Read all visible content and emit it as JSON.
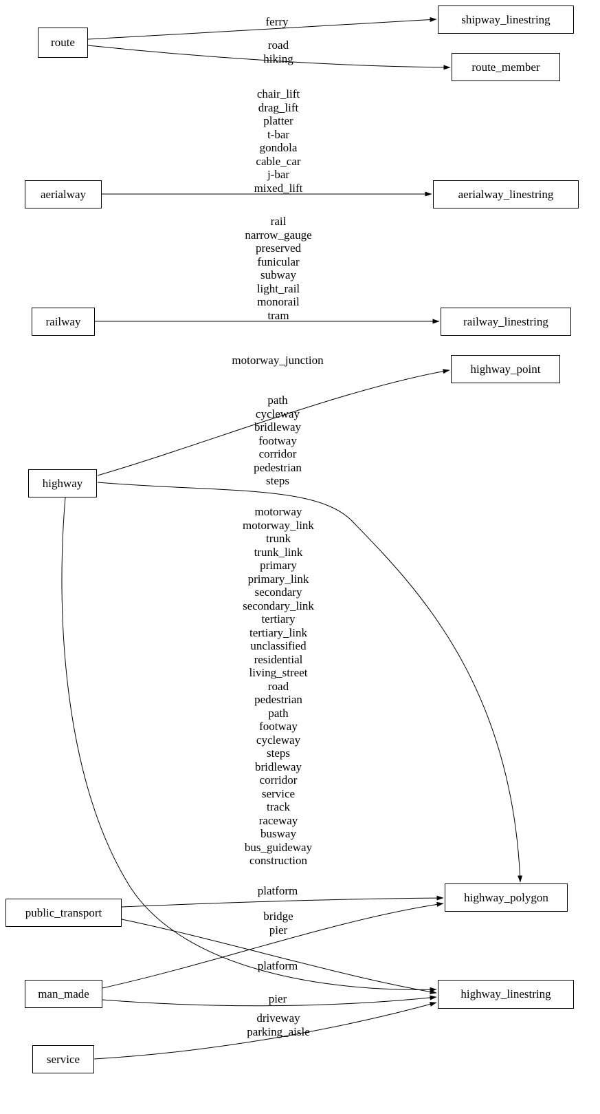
{
  "colors": {
    "stroke": "#000000",
    "background": "#ffffff"
  },
  "nodes": {
    "route": "route",
    "aerialway": "aerialway",
    "railway": "railway",
    "highway": "highway",
    "public_transport": "public_transport",
    "man_made": "man_made",
    "service": "service",
    "shipway_linestring": "shipway_linestring",
    "route_member": "route_member",
    "aerialway_linestring": "aerialway_linestring",
    "railway_linestring": "railway_linestring",
    "highway_point": "highway_point",
    "highway_polygon": "highway_polygon",
    "highway_linestring": "highway_linestring"
  },
  "edges": {
    "route_to_shipway_linestring": "ferry",
    "route_to_route_member": "road\nhiking",
    "aerialway_to_aerialway_linestring": "chair_lift\ndrag_lift\nplatter\nt-bar\ngondola\ncable_car\nj-bar\nmixed_lift",
    "railway_to_railway_linestring": "rail\nnarrow_gauge\npreserved\nfunicular\nsubway\nlight_rail\nmonorail\ntram",
    "highway_to_highway_point": "motorway_junction",
    "highway_to_highway_polygon": "path\ncycleway\nbridleway\nfootway\ncorridor\npedestrian\nsteps",
    "highway_to_highway_linestring": "motorway\nmotorway_link\ntrunk\ntrunk_link\nprimary\nprimary_link\nsecondary\nsecondary_link\ntertiary\ntertiary_link\nunclassified\nresidential\nliving_street\nroad\npedestrian\npath\nfootway\ncycleway\nsteps\nbridleway\ncorridor\nservice\ntrack\nraceway\nbusway\nbus_guideway\nconstruction",
    "public_transport_to_highway_polygon": "platform",
    "public_transport_to_highway_linestring": "platform",
    "man_made_to_highway_polygon": "bridge\npier",
    "man_made_to_highway_linestring": "pier",
    "service_to_highway_linestring": "driveway\nparking_aisle"
  }
}
